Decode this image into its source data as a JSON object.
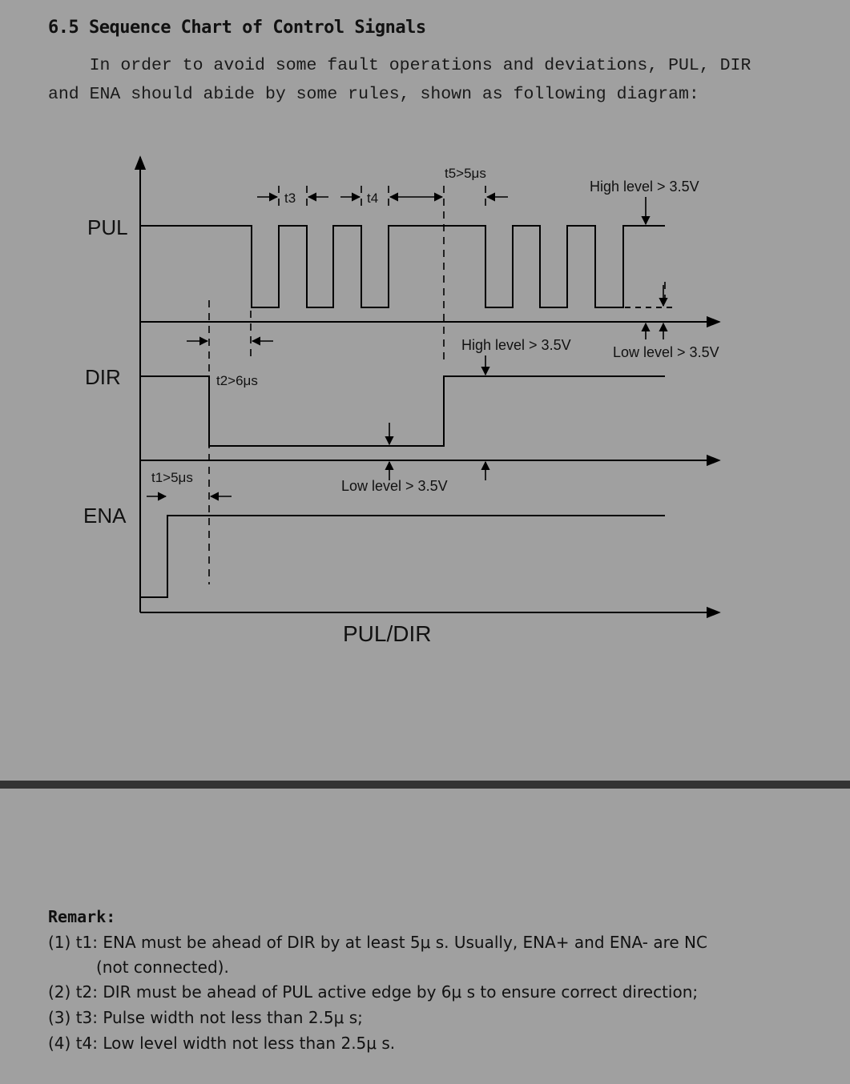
{
  "section": {
    "heading": "6.5 Sequence Chart of Control Signals",
    "intro_line1": "    In order to avoid some fault operations and deviations, PUL, DIR",
    "intro_line2": "and ENA should abide by some rules, shown as following diagram:"
  },
  "diagram": {
    "signals": {
      "pul": "PUL",
      "dir": "DIR",
      "ena": "ENA"
    },
    "axis_label": "PUL/DIR",
    "timing": {
      "t1": "t1>5μs",
      "t2": "t2>6μs",
      "t3": "t3",
      "t4": "t4",
      "t5": "t5>5μs"
    },
    "levels": {
      "pul_high": "High level > 3.5V",
      "pul_low": "Low level > 3.5V",
      "dir_high": "High level > 3.5V",
      "dir_low": "Low level > 3.5V"
    }
  },
  "remarks": {
    "title": "Remark:",
    "items": [
      "(1) t1: ENA must be ahead of DIR by at least 5μ s. Usually, ENA+ and ENA- are NC",
      "(not connected).",
      "(2) t2: DIR must be ahead of PUL active edge by 6μ s to ensure correct direction;",
      "(3) t3: Pulse width not less than 2.5μ s;",
      "(4) t4: Low level width not less than 2.5μ s."
    ]
  },
  "colors": {
    "background": "#a0a0a0",
    "divider": "#333333",
    "line": "#000000"
  }
}
